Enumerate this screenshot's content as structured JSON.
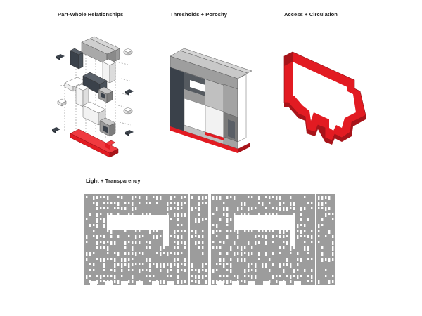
{
  "captions": {
    "part_whole": "Part-Whole Relationships",
    "thresholds": "Thresholds + Porosity",
    "access": "Access + Circulation",
    "light": "Light + Transparency"
  },
  "colors": {
    "red": "#e21b22",
    "red_dark": "#a8141a",
    "gray_light": "#c9c9c9",
    "gray_mid": "#9a9a9a",
    "gray_dark": "#555a60",
    "navy_dark": "#3a414a",
    "white": "#ffffff",
    "elevation_gray": "#9c9c9c"
  },
  "icons": {
    "diagram_1": "exploded-axonometric-blocks",
    "diagram_2": "assembled-axonometric-block",
    "diagram_3": "circulation-path-red",
    "diagram_4": "facade-elevation-openings"
  }
}
